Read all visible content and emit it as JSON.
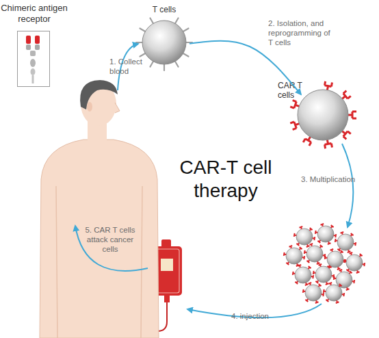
{
  "diagram": {
    "title": "CAR-T cell therapy",
    "nodes": [
      {
        "text": [
          "Chimeric antigen receptor"
        ]
      },
      {
        "text": [
          "T cells"
        ]
      },
      {
        "text": [
          "CAR T cells"
        ]
      }
    ],
    "edges": [
      {
        "from": 1,
        "to": 2,
        "arrow": "to",
        "label": "2. Isolation, and reprogramming of T cells"
      }
    ],
    "labels": [
      "1. Collect blood",
      "3. Multiplication",
      "4. injection",
      "5. CAR T cells attack cancer cells"
    ]
  }
}
